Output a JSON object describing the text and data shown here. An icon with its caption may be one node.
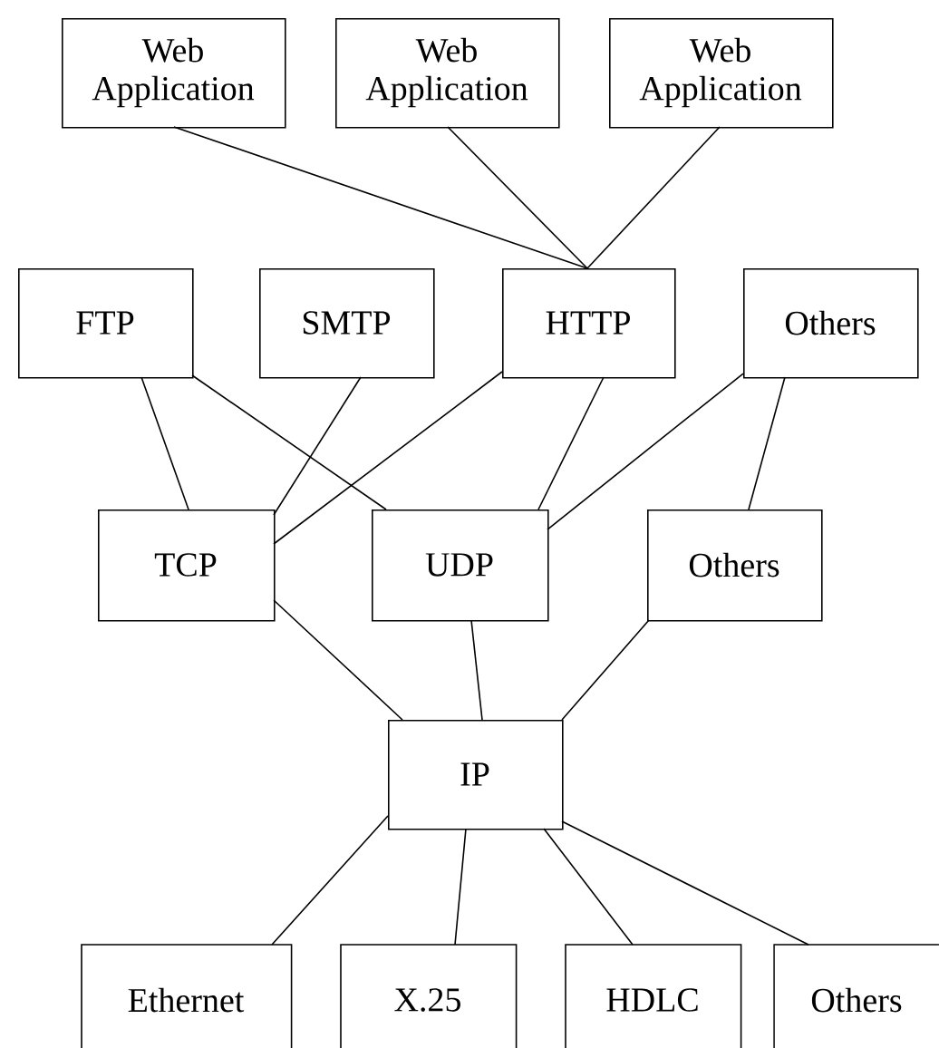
{
  "diagram": {
    "nodes": [
      {
        "text": [
          "Web Application"
        ]
      },
      {
        "text": [
          "Web Application"
        ]
      },
      {
        "text": [
          "Web Application"
        ]
      },
      {
        "text": [
          "FTP"
        ]
      },
      {
        "text": [
          "SMTP"
        ]
      },
      {
        "text": [
          "HTTP"
        ]
      },
      {
        "text": [
          "Others"
        ]
      },
      {
        "text": [
          "TCP"
        ]
      },
      {
        "text": [
          "UDP"
        ]
      },
      {
        "text": [
          "Others"
        ]
      },
      {
        "text": [
          "IP"
        ]
      },
      {
        "text": [
          "Ethernet"
        ]
      },
      {
        "text": [
          "X.25"
        ]
      },
      {
        "text": [
          "HDLC"
        ]
      },
      {
        "text": [
          "Others"
        ]
      }
    ],
    "edges": [
      {
        "from": 0,
        "to": 5,
        "arrow": "none"
      },
      {
        "from": 1,
        "to": 5,
        "arrow": "none"
      },
      {
        "from": 2,
        "to": 5,
        "arrow": "none"
      },
      {
        "from": 3,
        "to": 7,
        "arrow": "none"
      },
      {
        "from": 3,
        "to": 8,
        "arrow": "none"
      },
      {
        "from": 4,
        "to": 7,
        "arrow": "none"
      },
      {
        "from": 5,
        "to": 7,
        "arrow": "none"
      },
      {
        "from": 5,
        "to": 8,
        "arrow": "none"
      },
      {
        "from": 6,
        "to": 8,
        "arrow": "none"
      },
      {
        "from": 6,
        "to": 9,
        "arrow": "none"
      },
      {
        "from": 7,
        "to": 10,
        "arrow": "none"
      },
      {
        "from": 8,
        "to": 10,
        "arrow": "none"
      },
      {
        "from": 9,
        "to": 10,
        "arrow": "none"
      },
      {
        "from": 10,
        "to": 11,
        "arrow": "none"
      },
      {
        "from": 10,
        "to": 12,
        "arrow": "none"
      },
      {
        "from": 10,
        "to": 13,
        "arrow": "none"
      },
      {
        "from": 10,
        "to": 14,
        "arrow": "none"
      }
    ]
  }
}
